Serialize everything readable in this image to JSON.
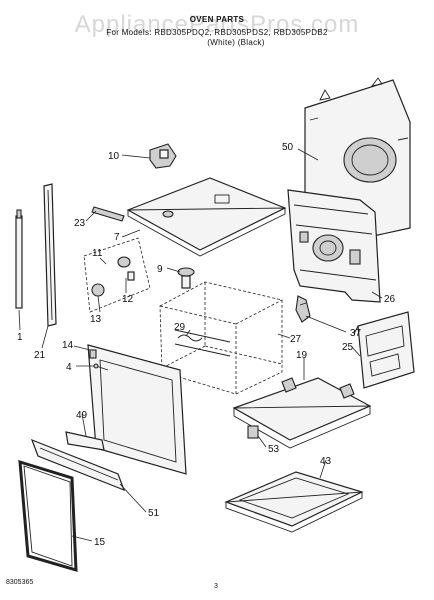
{
  "header": {
    "watermark": "AppliancePartsPros.com",
    "title": "OVEN PARTS",
    "models": "For Models: RBD305PDQ2, RBD305PDS2, RBD305PDB2",
    "colors": "(White)     (Black)"
  },
  "footer": {
    "doc_number": "8305365",
    "page_number": "3"
  },
  "callouts": {
    "c1": "1",
    "c4": "4",
    "c7": "7",
    "c9": "9",
    "c10": "10",
    "c11": "11",
    "c12": "12",
    "c13": "13",
    "c14": "14",
    "c15": "15",
    "c19": "19",
    "c21": "21",
    "c23": "23",
    "c25": "25",
    "c26": "26",
    "c27": "27",
    "c29": "29",
    "c37": "37",
    "c43": "43",
    "c49": "49",
    "c50": "50",
    "c51": "51",
    "c53": "53"
  }
}
